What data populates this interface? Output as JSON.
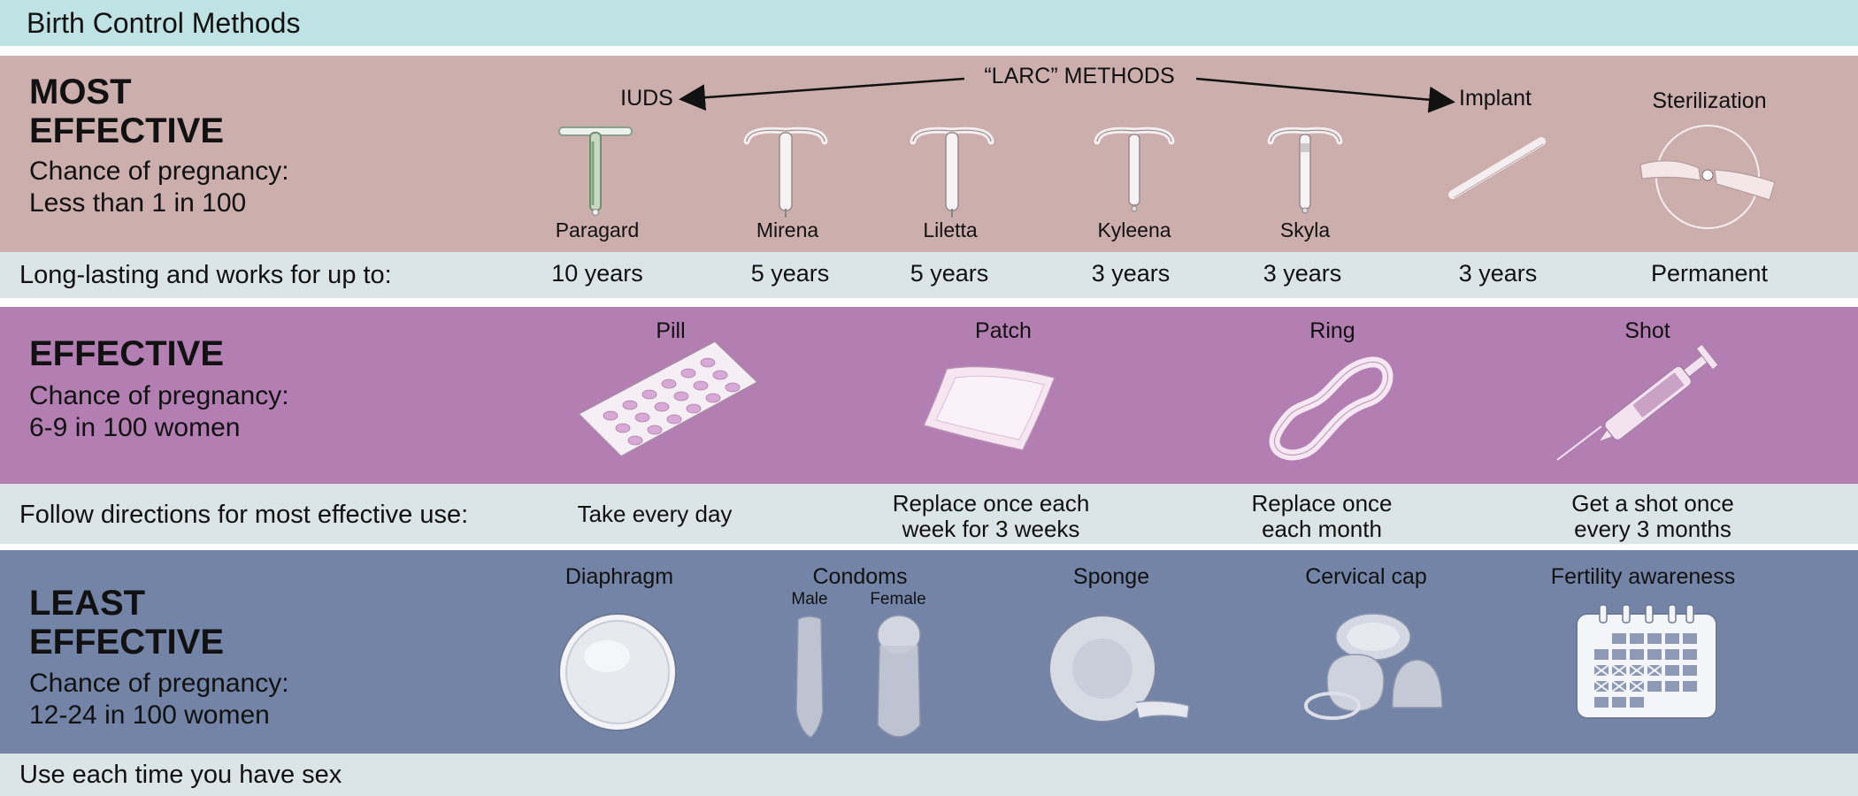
{
  "title": "Birth Control Methods",
  "colors": {
    "header_bg": "#bfe2e4",
    "most_bg": "#ccafad",
    "effective_bg": "#b37fb3",
    "least_bg": "#7384a6",
    "strip_bg": "#dbe5e7"
  },
  "most": {
    "heading_line1": "MOST",
    "heading_line2": "EFFECTIVE",
    "chance_label": "Chance of pregnancy:",
    "chance_value": "Less than 1 in 100",
    "larc_label": "“LARC” METHODS",
    "iuds_label": "IUDS",
    "methods": [
      {
        "name": "Paragard",
        "duration": "10 years",
        "icon": "copper-iud-icon"
      },
      {
        "name": "Mirena",
        "duration": "5 years",
        "icon": "hormonal-iud-icon"
      },
      {
        "name": "Liletta",
        "duration": "5 years",
        "icon": "hormonal-iud-icon"
      },
      {
        "name": "Kyleena",
        "duration": "3 years",
        "icon": "hormonal-iud-icon"
      },
      {
        "name": "Skyla",
        "duration": "3 years",
        "icon": "hormonal-iud-icon"
      },
      {
        "name": "Implant",
        "duration": "3 years",
        "icon": "implant-rod-icon"
      },
      {
        "name": "Sterilization",
        "duration": "Permanent",
        "icon": "sterilization-icon"
      }
    ],
    "strip_label": "Long-lasting and works for up to:"
  },
  "effective": {
    "heading": "EFFECTIVE",
    "chance_label": "Chance of pregnancy:",
    "chance_value": "6-9 in 100 women",
    "methods": [
      {
        "name": "Pill",
        "instruction": "Take every day",
        "icon": "pill-pack-icon"
      },
      {
        "name": "Patch",
        "instruction_line1": "Replace once each",
        "instruction_line2": "week for 3 weeks",
        "icon": "patch-icon"
      },
      {
        "name": "Ring",
        "instruction_line1": "Replace once",
        "instruction_line2": "each month",
        "icon": "ring-icon"
      },
      {
        "name": "Shot",
        "instruction_line1": "Get a shot once",
        "instruction_line2": "every 3 months",
        "icon": "syringe-icon"
      }
    ],
    "strip_label": "Follow directions for most effective use:"
  },
  "least": {
    "heading_line1": "LEAST",
    "heading_line2": "EFFECTIVE",
    "chance_label": "Chance of pregnancy:",
    "chance_value": "12-24 in 100 women",
    "methods": [
      {
        "name": "Diaphragm",
        "icon": "diaphragm-icon"
      },
      {
        "name": "Condoms",
        "sub_male": "Male",
        "sub_female": "Female",
        "icon": "condoms-icon"
      },
      {
        "name": "Sponge",
        "icon": "sponge-icon"
      },
      {
        "name": "Cervical cap",
        "icon": "cervical-cap-icon"
      },
      {
        "name": "Fertility awareness",
        "icon": "calendar-icon"
      }
    ],
    "strip_label": "Use each time you have sex"
  }
}
